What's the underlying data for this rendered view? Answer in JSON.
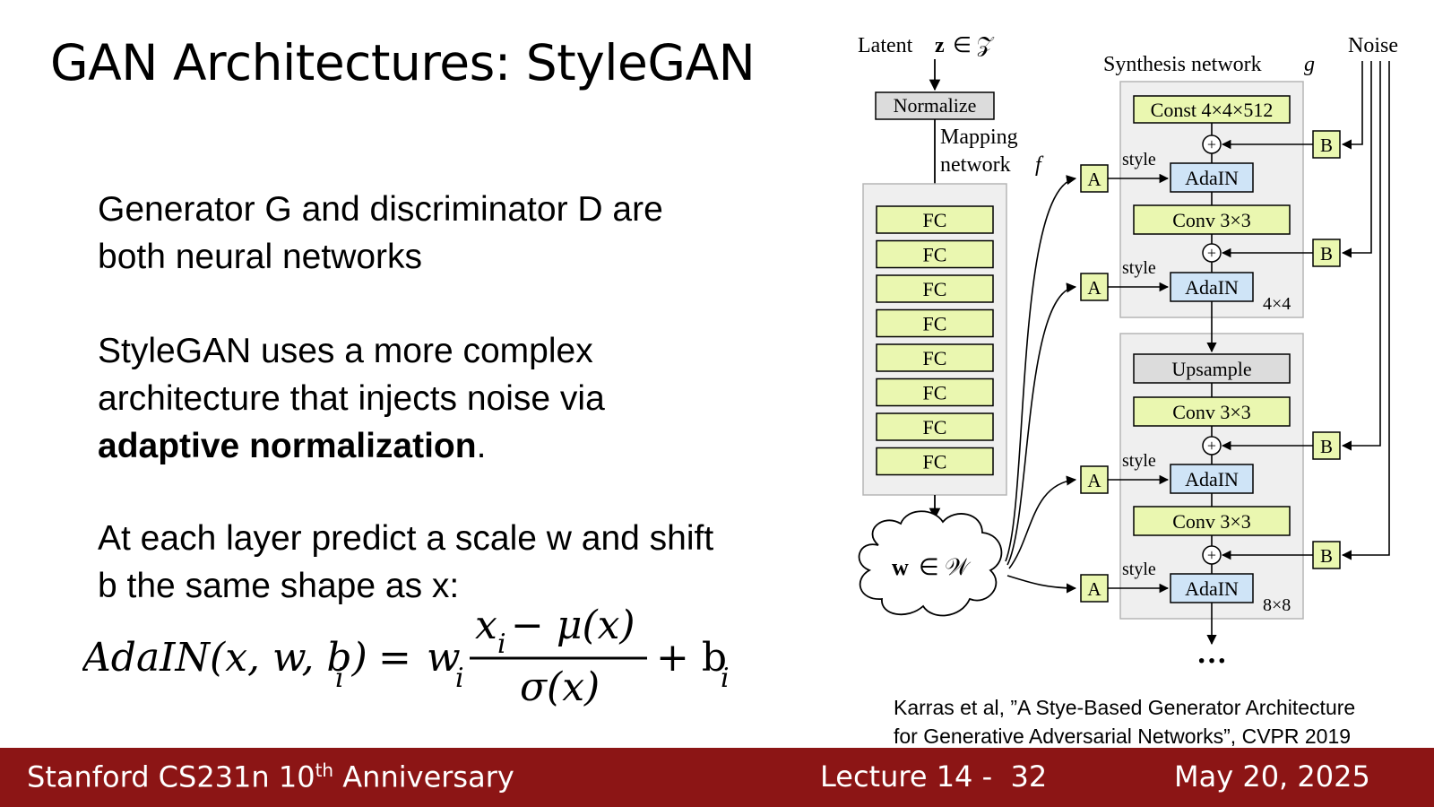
{
  "slide": {
    "title": "GAN Architectures: StyleGAN",
    "paragraphs": {
      "p1": "Generator G and discriminator D are both neural networks",
      "p2_pre": "StyleGAN uses a more complex architecture that injects noise via ",
      "p2_bold": "adaptive normalization",
      "p2_post": ".",
      "p3": "At each layer predict a scale w and shift b the same shape as x:"
    },
    "formula": {
      "lhs": "AdaIN(x, w, b)",
      "lhs_sub": "i",
      "eq": "=",
      "w": "w",
      "w_sub": "i",
      "numerator_x": "x",
      "numerator_sub": "i",
      "numerator_rest": " − μ(x)",
      "denominator": "σ(x)",
      "plus": "+ b",
      "b_sub": "i"
    },
    "citation_line1": "Karras et al, ”A Stye-Based Generator Architecture",
    "citation_line2": "for Generative Adversarial Networks”, CVPR 2019"
  },
  "diagram": {
    "latent_label": "Latent",
    "latent_z": "z",
    "latent_space": "∈ 𝒵",
    "noise_label": "Noise",
    "synthesis_label": "Synthesis network",
    "synthesis_g": "g",
    "normalize": "Normalize",
    "mapping_line1": "Mapping",
    "mapping_line2": "network",
    "mapping_f": "f",
    "fc": [
      "FC",
      "FC",
      "FC",
      "FC",
      "FC",
      "FC",
      "FC",
      "FC"
    ],
    "w_label": "w",
    "w_space": "∈ 𝒲",
    "const": "Const 4×4×512",
    "adain": "AdaIN",
    "conv": "Conv 3×3",
    "upsample": "Upsample",
    "style": "style",
    "a_label": "A",
    "b_label": "B",
    "res_4": "4×4",
    "res_8": "8×8",
    "ellipsis": "···",
    "plus_symbol": "+",
    "colors": {
      "fc_fill": "#eaf7b0",
      "adain_fill": "#cfe4f7",
      "gray_fill": "#dcdcdc",
      "panel_fill": "#efefef"
    }
  },
  "footer": {
    "course_pre": "Stanford CS231n 10",
    "course_sup": "th",
    "course_post": " Anniversary",
    "lecture": "Lecture 14 -  32",
    "date": "May 20, 2025"
  }
}
